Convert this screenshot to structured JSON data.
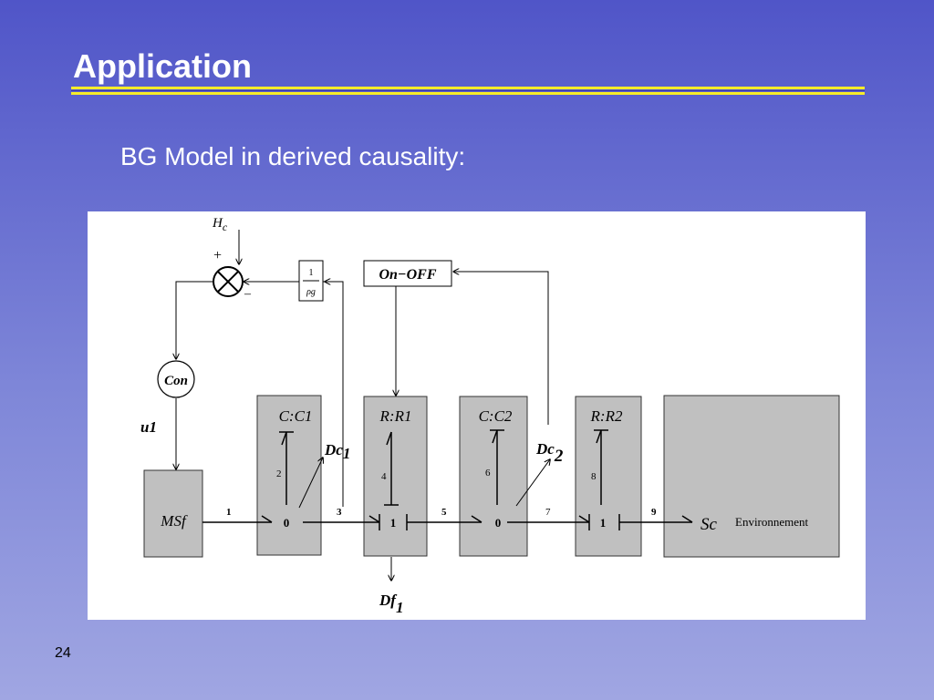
{
  "slide": {
    "title": "Application",
    "subtitle": "BG Model in derived causality:",
    "page_number": "24"
  },
  "diagram": {
    "hc": {
      "main": "H",
      "sub": "c"
    },
    "sum_plus": "+",
    "sum_minus": "–",
    "gain": {
      "num": "1",
      "den": "ρg"
    },
    "onoff": "On−OFF",
    "con": "Con",
    "u1": "u1",
    "msf": "MSf",
    "cc1": "C:C1",
    "rr1": "R:R1",
    "cc2": "C:C2",
    "rr2": "R:R2",
    "dc1": {
      "main": "Dc",
      "sub": "1"
    },
    "dc2": {
      "main": "Dc",
      "sub": "2"
    },
    "df1": {
      "main": "Df",
      "sub": "1"
    },
    "sc": "Sc",
    "environment": "Environnement",
    "junctions": {
      "j0a": "0",
      "j1a": "1",
      "j0b": "0",
      "j1b": "1"
    },
    "bonds": {
      "b1": "1",
      "b2": "2",
      "b3": "3",
      "b4": "4",
      "b5": "5",
      "b6": "6",
      "b7": "7",
      "b8": "8",
      "b9": "9"
    }
  }
}
